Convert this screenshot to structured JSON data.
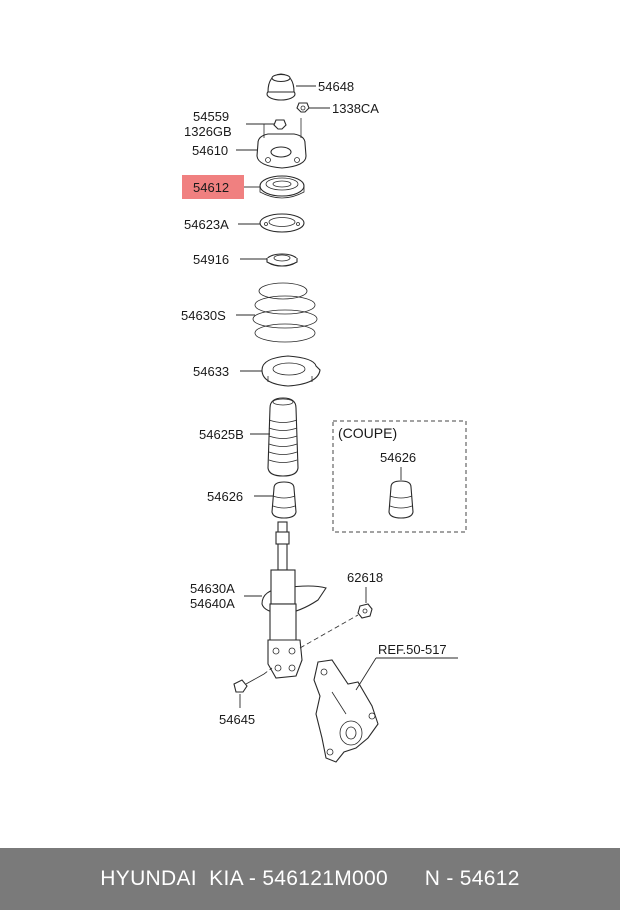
{
  "labels": {
    "p54648": "54648",
    "p1338CA": "1338CA",
    "p54559": "54559",
    "p1326GB": "1326GB",
    "p54610": "54610",
    "p54612": "54612",
    "p54623A": "54623A",
    "p54916": "54916",
    "p54630S": "54630S",
    "p54633": "54633",
    "p54625B": "54625B",
    "p54626": "54626",
    "coupe_title": "(COUPE)",
    "coupe_part": "54626",
    "p54630A": "54630A",
    "p54640A": "54640A",
    "p62618": "62618",
    "ref": "REF.50-517",
    "p54645": "54645"
  },
  "highlight_color": "#f08080",
  "footer": {
    "brand": "HYUNDAI  KIA - 546121M000",
    "number": "N - 54612"
  }
}
